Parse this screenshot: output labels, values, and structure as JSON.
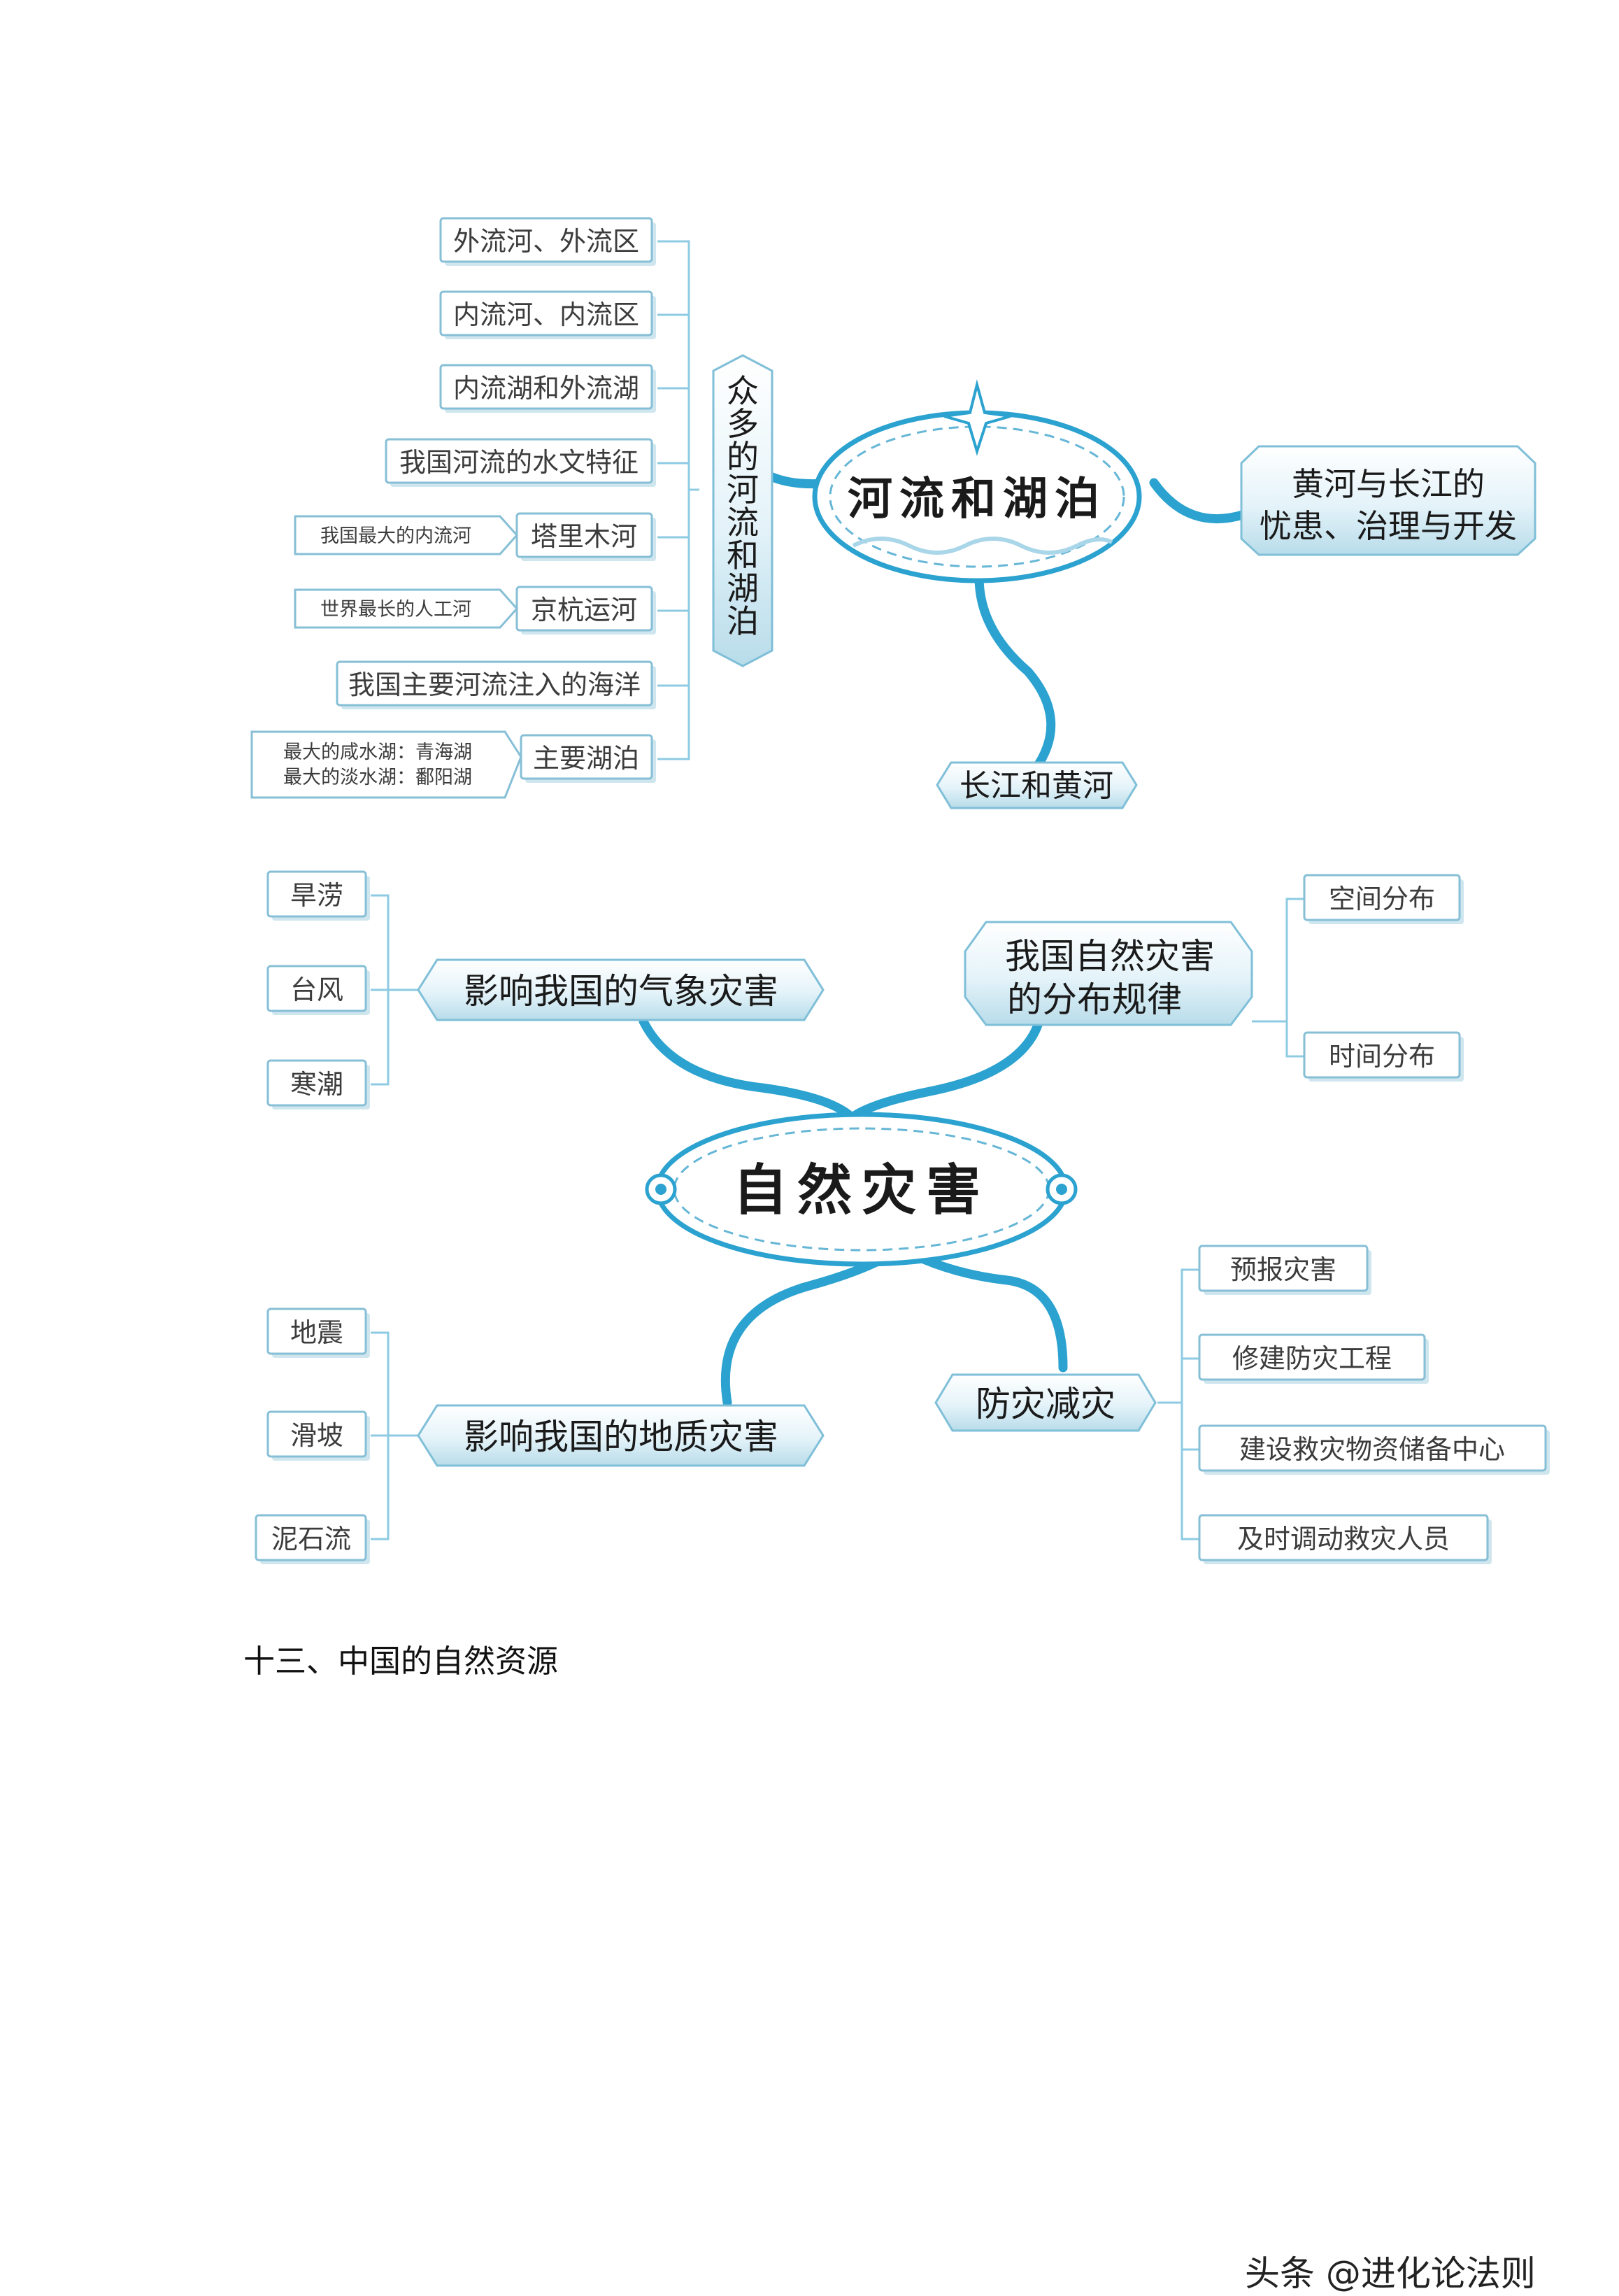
{
  "colors": {
    "wire": "#2ba2cf",
    "leaf_border": "#86bfd6",
    "branch_fill": "#dff0f7",
    "background": "#ffffff"
  },
  "rivers_map": {
    "center": "河流和湖泊",
    "branch_left_vertical": "众多的河流和湖泊",
    "branch_right": [
      "黄河与长江的",
      "忧患、治理与开发"
    ],
    "branch_bottom": "长江和黄河",
    "leaves": [
      "外流河、外流区",
      "内流河、内流区",
      "内流湖和外流湖",
      "我国河流的水文特征",
      "塔里木河",
      "京杭运河",
      "我国主要河流注入的海洋",
      "主要湖泊"
    ],
    "notes": {
      "tarim": "我国最大的内流河",
      "canal": "世界最长的人工河",
      "lakes": [
        "最大的咸水湖：青海湖",
        "最大的淡水湖：鄱阳湖"
      ]
    }
  },
  "disaster_map": {
    "center": "自然灾害",
    "branch_weather": "影响我国的气象灾害",
    "weather_leaves": [
      "旱涝",
      "台风",
      "寒潮"
    ],
    "branch_distribution": [
      "我国自然灾害",
      "的分布规律"
    ],
    "distribution_leaves": [
      "空间分布",
      "时间分布"
    ],
    "branch_geology": "影响我国的地质灾害",
    "geology_leaves": [
      "地震",
      "滑坡",
      "泥石流"
    ],
    "branch_prevention": "防灾减灾",
    "prevention_leaves": [
      "预报灾害",
      "修建防灾工程",
      "建设救灾物资储备中心",
      "及时调动救灾人员"
    ]
  },
  "section_heading": "十三、中国的自然资源",
  "watermark": "头条 @进化论法则"
}
